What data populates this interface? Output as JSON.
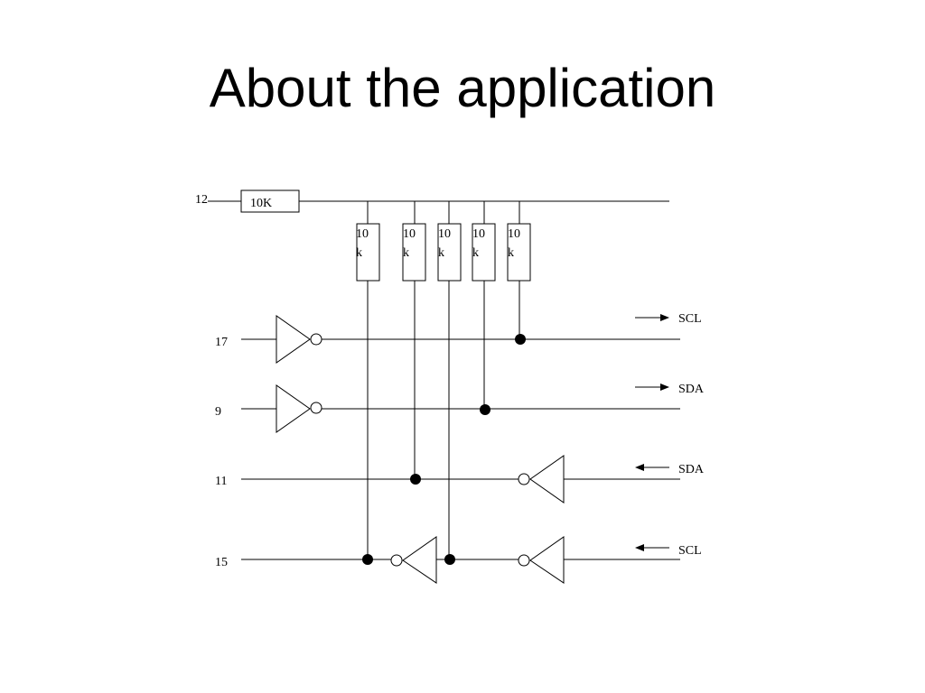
{
  "slide": {
    "title": "About the application"
  },
  "schematic": {
    "pins": {
      "p12": "12",
      "p17": "17",
      "p9": "9",
      "p11": "11",
      "p15": "15"
    },
    "series_resistor": "10K",
    "pullups": [
      {
        "line1": "10",
        "line2": "k"
      },
      {
        "line1": "10",
        "line2": "k"
      },
      {
        "line1": "10",
        "line2": "k"
      },
      {
        "line1": "10",
        "line2": "k"
      },
      {
        "line1": "10",
        "line2": "k"
      }
    ],
    "signals": {
      "scl_out": "SCL",
      "sda_out": "SDA",
      "sda_in": "SDA",
      "scl_in": "SCL"
    }
  }
}
